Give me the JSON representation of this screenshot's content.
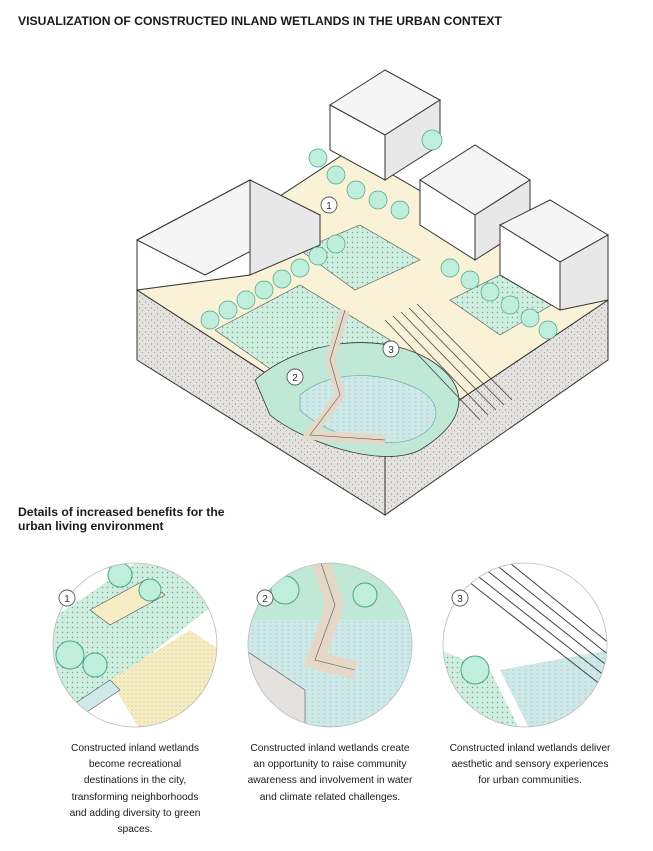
{
  "title": "VISUALIZATION OF CONSTRUCTED INLAND WETLANDS IN THE URBAN CONTEXT",
  "main_markers": [
    "1",
    "2",
    "3"
  ],
  "subtitle_lines": [
    "Details of increased benefits for the",
    "urban living environment"
  ],
  "details": [
    {
      "marker": "1",
      "caption_lines": [
        "Constructed inland wetlands",
        "become recreational",
        "destinations in the city,",
        "transforming neighborhoods",
        "and adding diversity to green",
        "spaces."
      ]
    },
    {
      "marker": "2",
      "caption_lines": [
        "Constructed inland wetlands create",
        "an opportunity to raise community",
        "awareness and involvement in water",
        "and climate related challenges."
      ]
    },
    {
      "marker": "3",
      "caption_lines": [
        "Constructed inland wetlands deliver",
        "aesthetic and sensory experiences",
        "for urban communities."
      ]
    }
  ],
  "colors": {
    "water": "#cfe9e9",
    "vegetation": "#8fdcc4",
    "lawn": "#cfeee0",
    "plaza": "#f6edc4",
    "soil": "#e2e0dc",
    "building": "#ffffff",
    "outline": "#333333"
  }
}
